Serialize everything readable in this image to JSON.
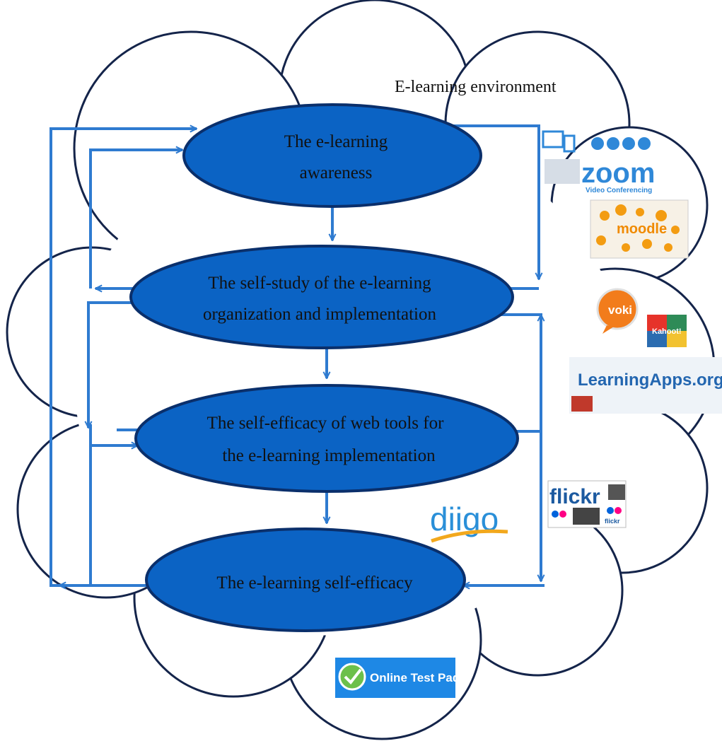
{
  "environment_label": "E-learning environment",
  "nodes": [
    {
      "id": "awareness",
      "lines": [
        "The e-learning",
        "awareness"
      ]
    },
    {
      "id": "self-study",
      "lines": [
        "The self-study of the e-learning",
        "organization and implementation"
      ]
    },
    {
      "id": "web-tools",
      "lines": [
        "The self-efficacy of web tools for",
        "the e-learning implementation"
      ]
    },
    {
      "id": "self-efficacy",
      "lines": [
        "The e-learning self-efficacy"
      ]
    }
  ],
  "logos": {
    "zoom": {
      "word": "zoom",
      "caption": "Video Conferencing"
    },
    "moodle": {
      "word": "moodle"
    },
    "voki": {
      "word": "voki"
    },
    "kahoot": {
      "word": "Kahoot!"
    },
    "learningapps": {
      "word": "LearningApps.org"
    },
    "flickr": {
      "word": "flickr",
      "small": "flickr"
    },
    "diigo": {
      "word": "diigo"
    },
    "onlinetestpad": {
      "word": "Online Test Pad"
    }
  },
  "colors": {
    "node_fill": "#0b63c4",
    "node_stroke": "#0a2f6b",
    "arrow": "#2f7bd0",
    "cloud_stroke": "#14244a"
  }
}
